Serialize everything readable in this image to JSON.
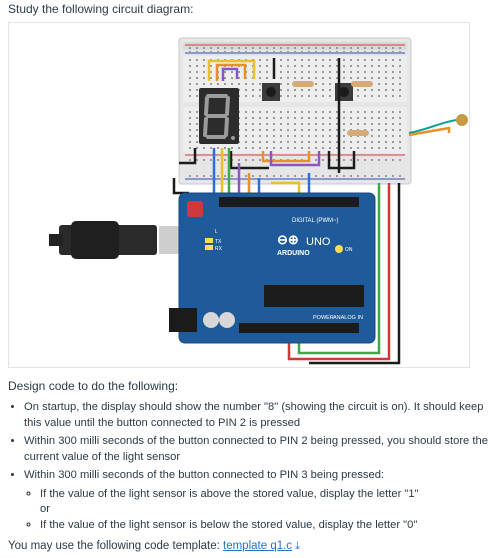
{
  "intro": "Study the following circuit diagram:",
  "circuit": {
    "digital_label": "DIGITAL (PWM~)",
    "uno_label": "UNO",
    "arduino_label": "ARDUINO",
    "power_label": "POWER",
    "analog_label": "ANALOG IN",
    "tx_label": "TX",
    "rx_label": "RX",
    "on_label": "ON",
    "l_label": "L"
  },
  "task_title": "Design code to do the following:",
  "tasks": [
    "On startup, the display should show the number \"8\" (showing the circuit is on). It should keep this value until the button connected to PIN 2 is pressed",
    "Within 300 milli seconds of the button connected to PIN 2 being pressed, you should store the current value of the light sensor",
    "Within 300 milli seconds of the button connected to PIN 3 being pressed:"
  ],
  "subtasks": [
    "If the value of the light sensor is above the stored value, display the letter \"1\"",
    "If the value of the light sensor is below the stored value, display the letter \"0\""
  ],
  "or_text": "or",
  "footer": {
    "text": "You may use the following code template: ",
    "link": "template q1.c",
    "download_icon": "⤓"
  },
  "colors": {
    "link": "#2773c3",
    "board": "#1f5b9b",
    "text": "#2d3b45"
  }
}
